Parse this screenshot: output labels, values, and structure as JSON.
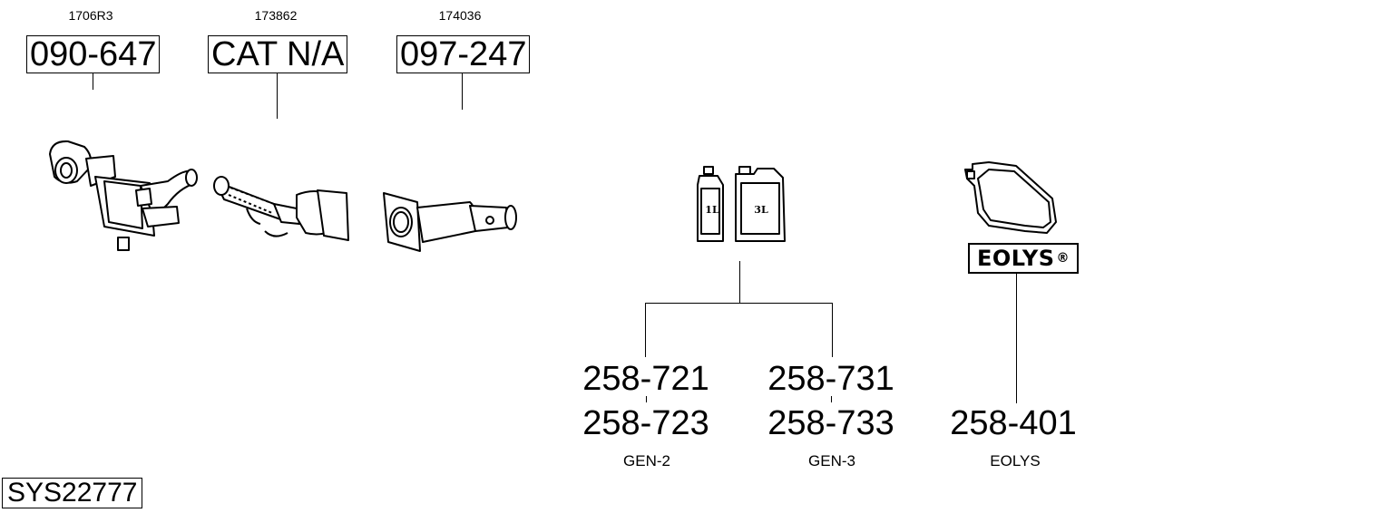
{
  "parts": [
    {
      "code": "1706R3",
      "label": "090-647",
      "icon": "exhaust-manifold-catalyst-icon"
    },
    {
      "code": "173862",
      "label": "CAT N/A",
      "icon": "flex-pipe-catalyst-icon"
    },
    {
      "code": "174036",
      "label": "097-247",
      "icon": "diesel-particulate-filter-icon"
    }
  ],
  "fluids": {
    "icon": "additive-bottles-icon",
    "bottle_small": "1L",
    "bottle_large": "3L",
    "gen2": {
      "top": "258-721",
      "bottom": "258-723",
      "label": "GEN-2"
    },
    "gen3": {
      "top": "258-731",
      "bottom": "258-733",
      "label": "GEN-3"
    }
  },
  "eolys": {
    "icon": "eolys-tank-icon",
    "logo": "EOLYS",
    "registered": "®",
    "number": "258-401",
    "label": "EOLYS"
  },
  "system_id": "SYS22777"
}
